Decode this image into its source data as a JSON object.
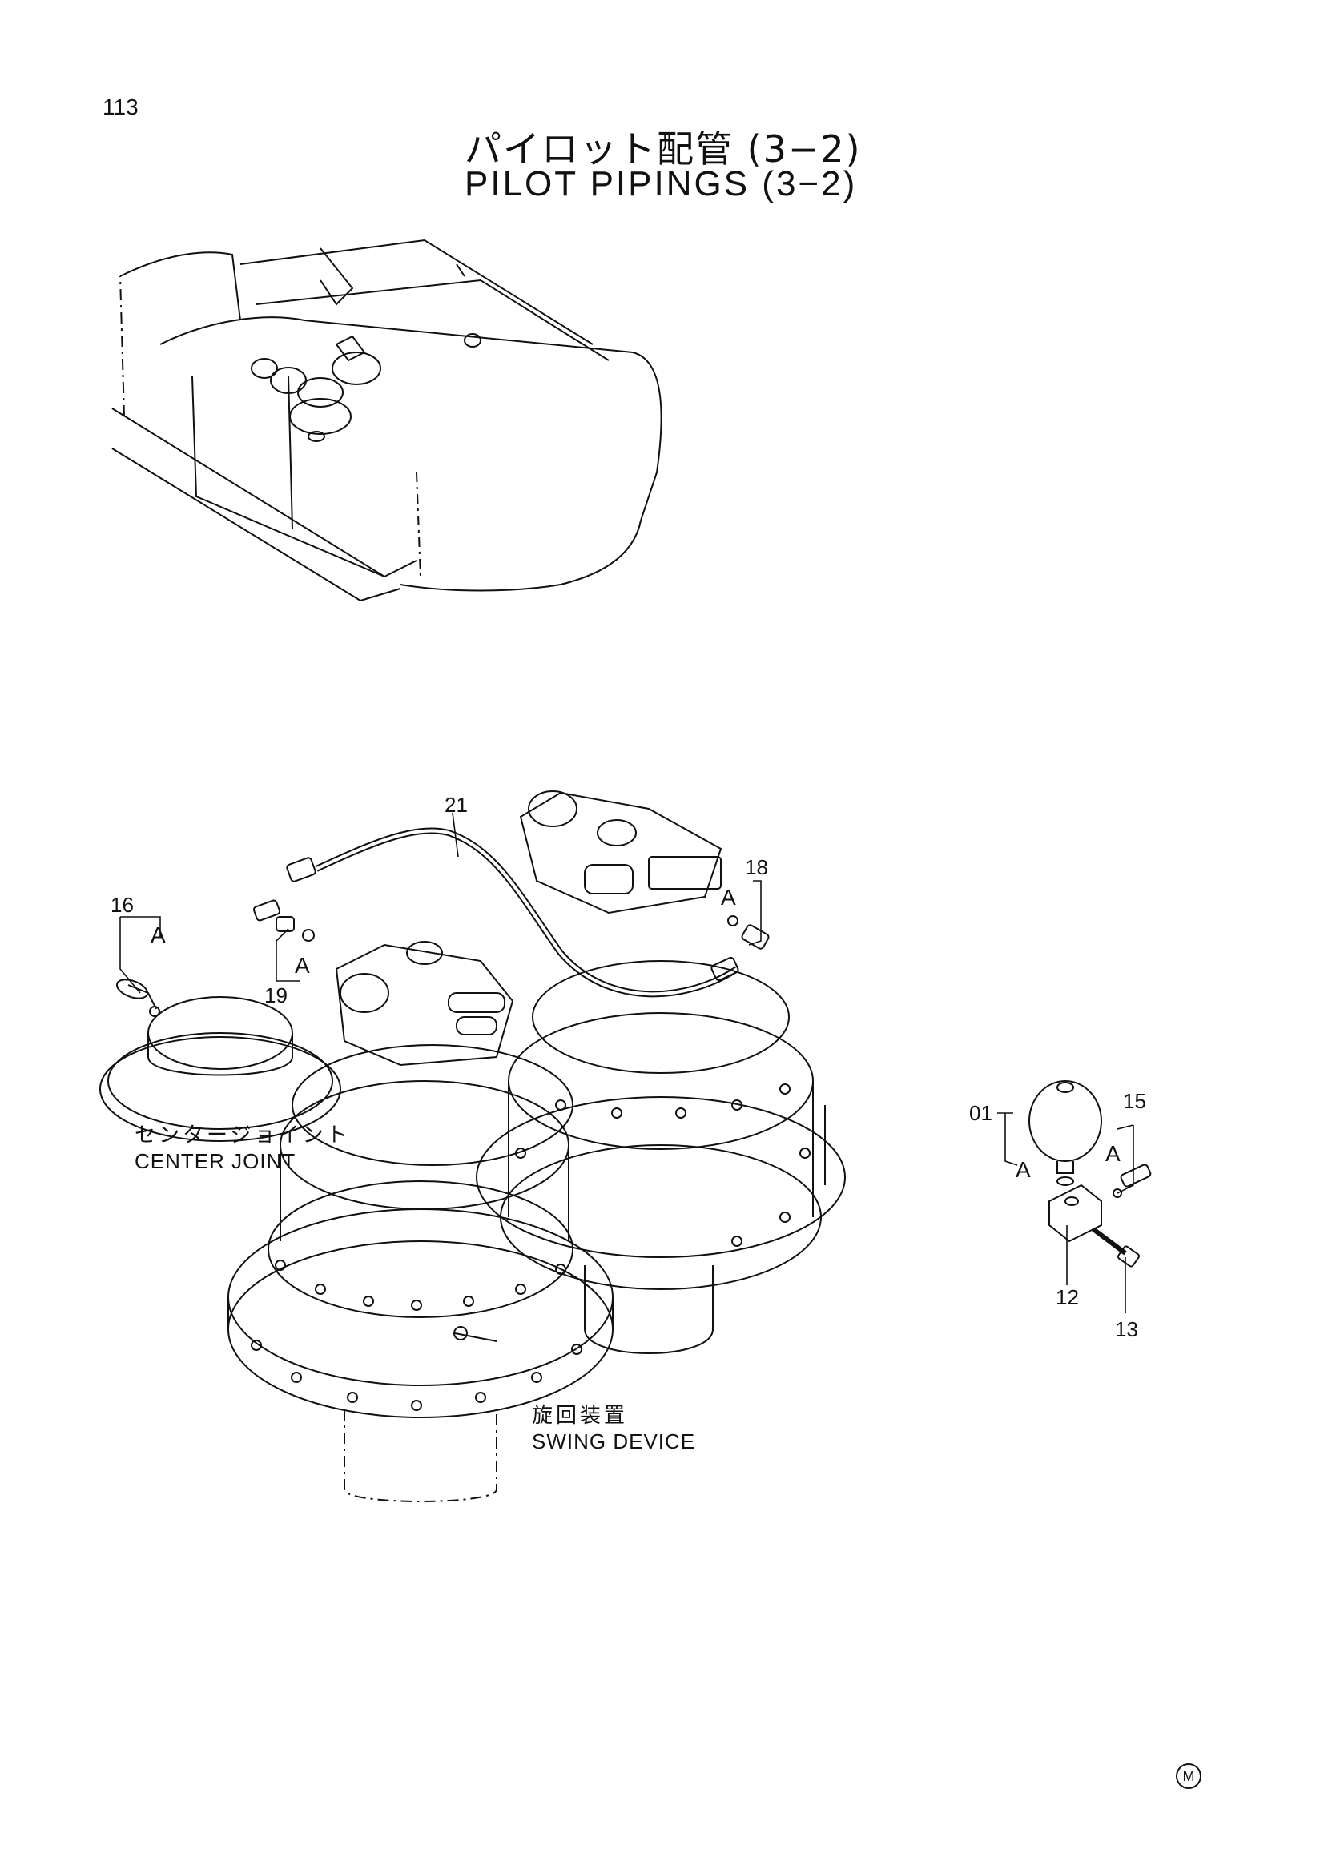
{
  "page_number": "113",
  "title_ja": "パイロット配管 (3−2)",
  "title_en": "PILOT PIPINGS (3−2)",
  "callouts": {
    "c21": "21",
    "c18": "18",
    "c16": "16",
    "c19": "19",
    "c01": "01",
    "c15": "15",
    "c12": "12",
    "c13": "13"
  },
  "detail_markers": {
    "a16": "A",
    "a19": "A",
    "a18": "A",
    "a01": "A",
    "a15": "A"
  },
  "labels": {
    "center_joint_ja": "センタージョイント",
    "center_joint_en": "CENTER JOINT",
    "swing_device_ja": "旋回装置",
    "swing_device_en": "SWING DEVICE"
  },
  "manufacturer_mark": "M"
}
